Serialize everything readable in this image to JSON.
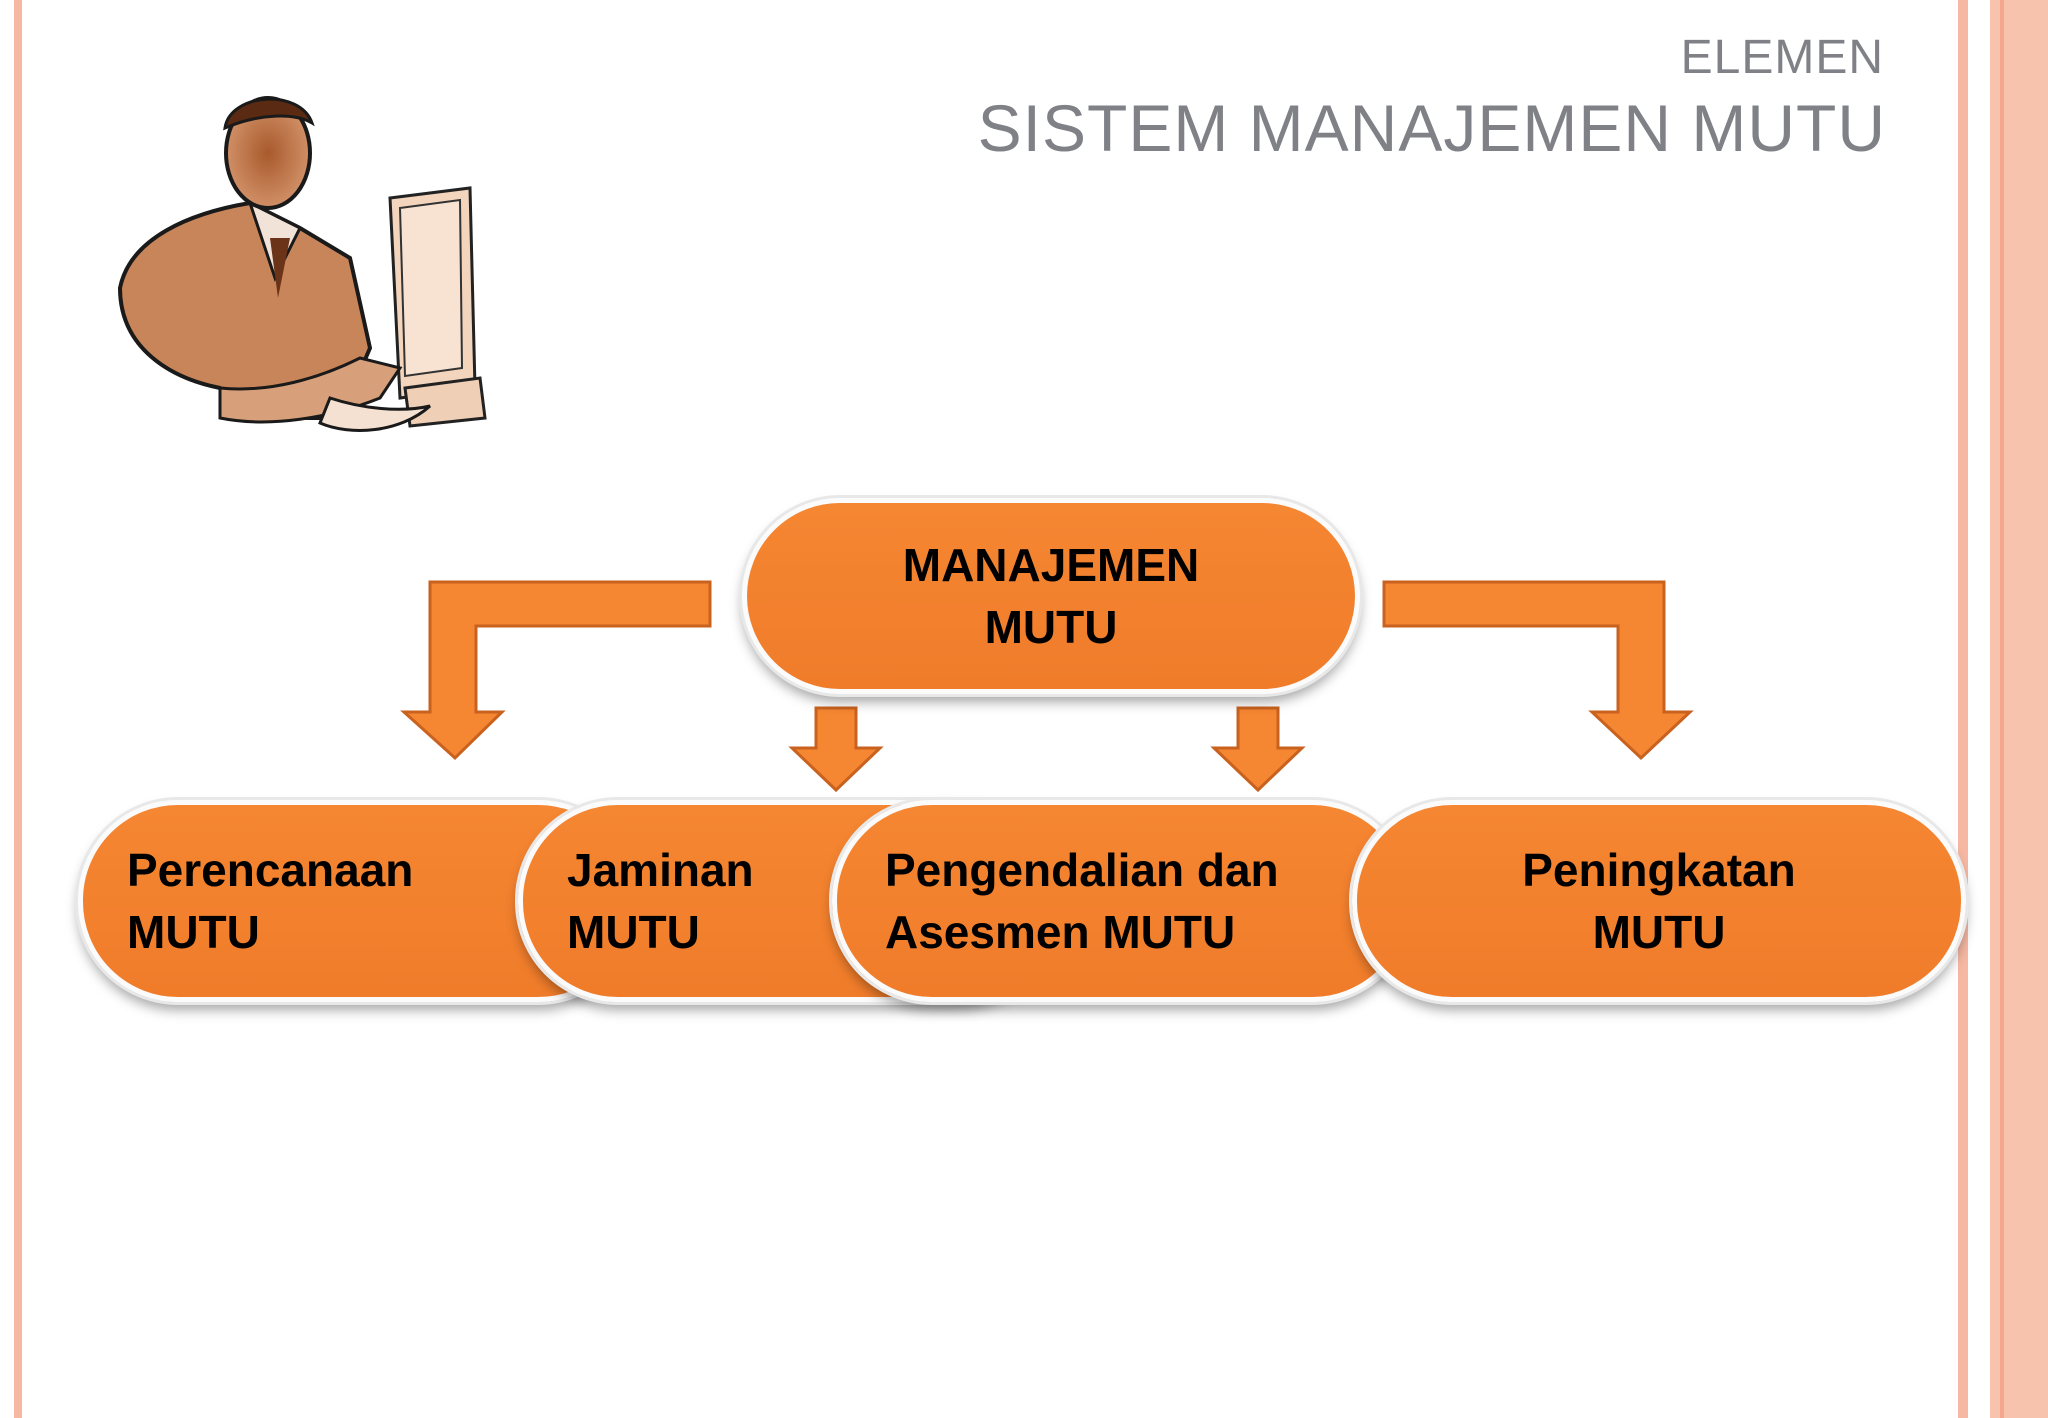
{
  "header": {
    "subtitle": "ELEMEN",
    "title": "SISTEM MANAJEMEN MUTU"
  },
  "diagram": {
    "root": "MANAJEMEN\nMUTU",
    "children": [
      "Perencanaan\nMUTU",
      "Jaminan\nMUTU",
      "Pengendalian dan\nAsesmen MUTU",
      "Peningkatan\nMUTU"
    ]
  },
  "colors": {
    "accent": "#f58632",
    "arrow_stroke": "#c9621f",
    "title_gray": "#7f8187",
    "border_pink": "#f6b8a3"
  }
}
